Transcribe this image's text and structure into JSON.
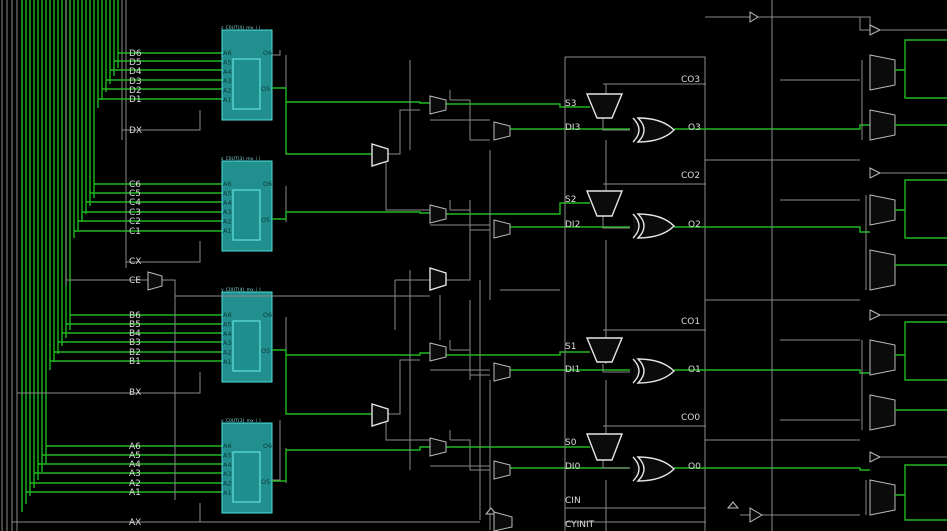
{
  "luts": [
    {
      "title": "z_C0UT(4)_mx_i_l",
      "pins": [
        "A6",
        "A5",
        "A4",
        "A3",
        "A2",
        "A1"
      ],
      "out_top": "O6",
      "out_mid": "O5"
    },
    {
      "title": "z_C0UT(3)_mx_i_l",
      "pins": [
        "A6",
        "A5",
        "A4",
        "A3",
        "A2",
        "A1"
      ],
      "out_top": "O6",
      "out_mid": "O5"
    },
    {
      "title": "y_C0UT(4)_mx_i_l",
      "pins": [
        "A6",
        "A5",
        "A4",
        "A3",
        "A2",
        "A1"
      ],
      "out_top": "O6",
      "out_mid": "O5"
    },
    {
      "title": "y_C0UT(3)_mx_i_l",
      "pins": [
        "A6",
        "A5",
        "A4",
        "A3",
        "A2",
        "A1"
      ],
      "out_top": "O6",
      "out_mid": "O5"
    }
  ],
  "input_labels": {
    "d": [
      "D6",
      "D5",
      "D4",
      "D3",
      "D2",
      "D1",
      "DX"
    ],
    "c": [
      "C6",
      "C5",
      "C4",
      "C3",
      "C2",
      "C1",
      "CX",
      "CE"
    ],
    "b": [
      "B6",
      "B5",
      "B4",
      "B3",
      "B2",
      "B1",
      "BX"
    ],
    "a": [
      "A6",
      "A5",
      "A4",
      "A3",
      "A2",
      "A1",
      "AX"
    ]
  },
  "carry": {
    "sel": [
      "S3",
      "S2",
      "S1",
      "S0"
    ],
    "di": [
      "DI3",
      "DI2",
      "DI1",
      "DI0"
    ],
    "co": [
      "CO3",
      "CO2",
      "CO1",
      "CO0"
    ],
    "o": [
      "O3",
      "O2",
      "O1",
      "O0"
    ],
    "cin": "CIN",
    "cyinit": "CYINIT"
  }
}
